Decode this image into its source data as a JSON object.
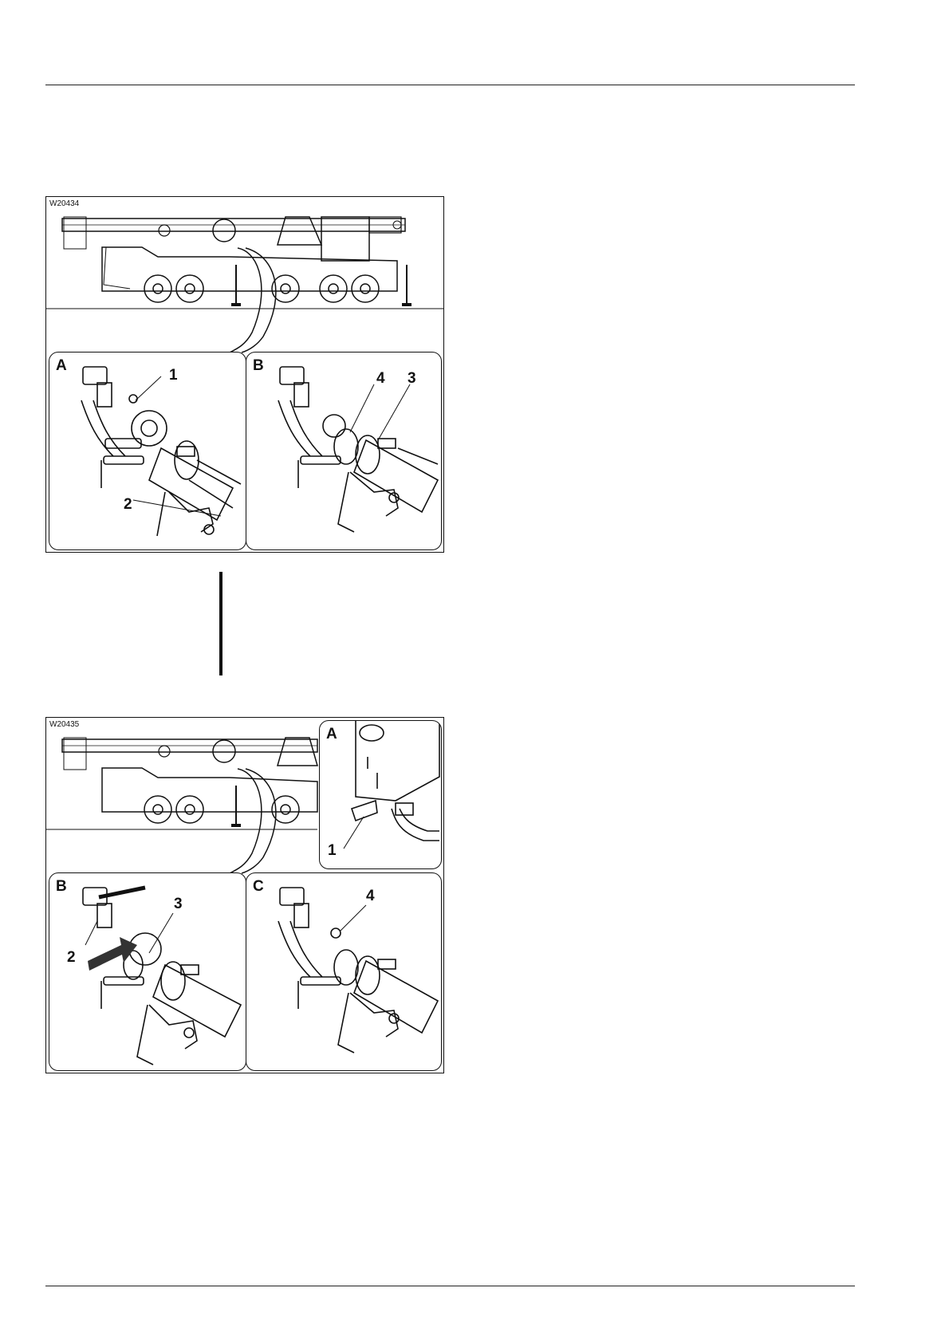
{
  "figures": [
    {
      "id": "W20434",
      "panels": [
        {
          "letter": "A",
          "callouts": [
            "1",
            "2"
          ]
        },
        {
          "letter": "B",
          "callouts": [
            "4",
            "3"
          ]
        }
      ]
    },
    {
      "id": "W20435",
      "panels": [
        {
          "letter": "A",
          "callouts": [
            "1"
          ]
        },
        {
          "letter": "B",
          "callouts": [
            "2",
            "3"
          ]
        },
        {
          "letter": "C",
          "callouts": [
            "4"
          ]
        }
      ]
    }
  ],
  "colors": {
    "line": "#111111",
    "background": "#ffffff",
    "arrow": "#333333"
  }
}
